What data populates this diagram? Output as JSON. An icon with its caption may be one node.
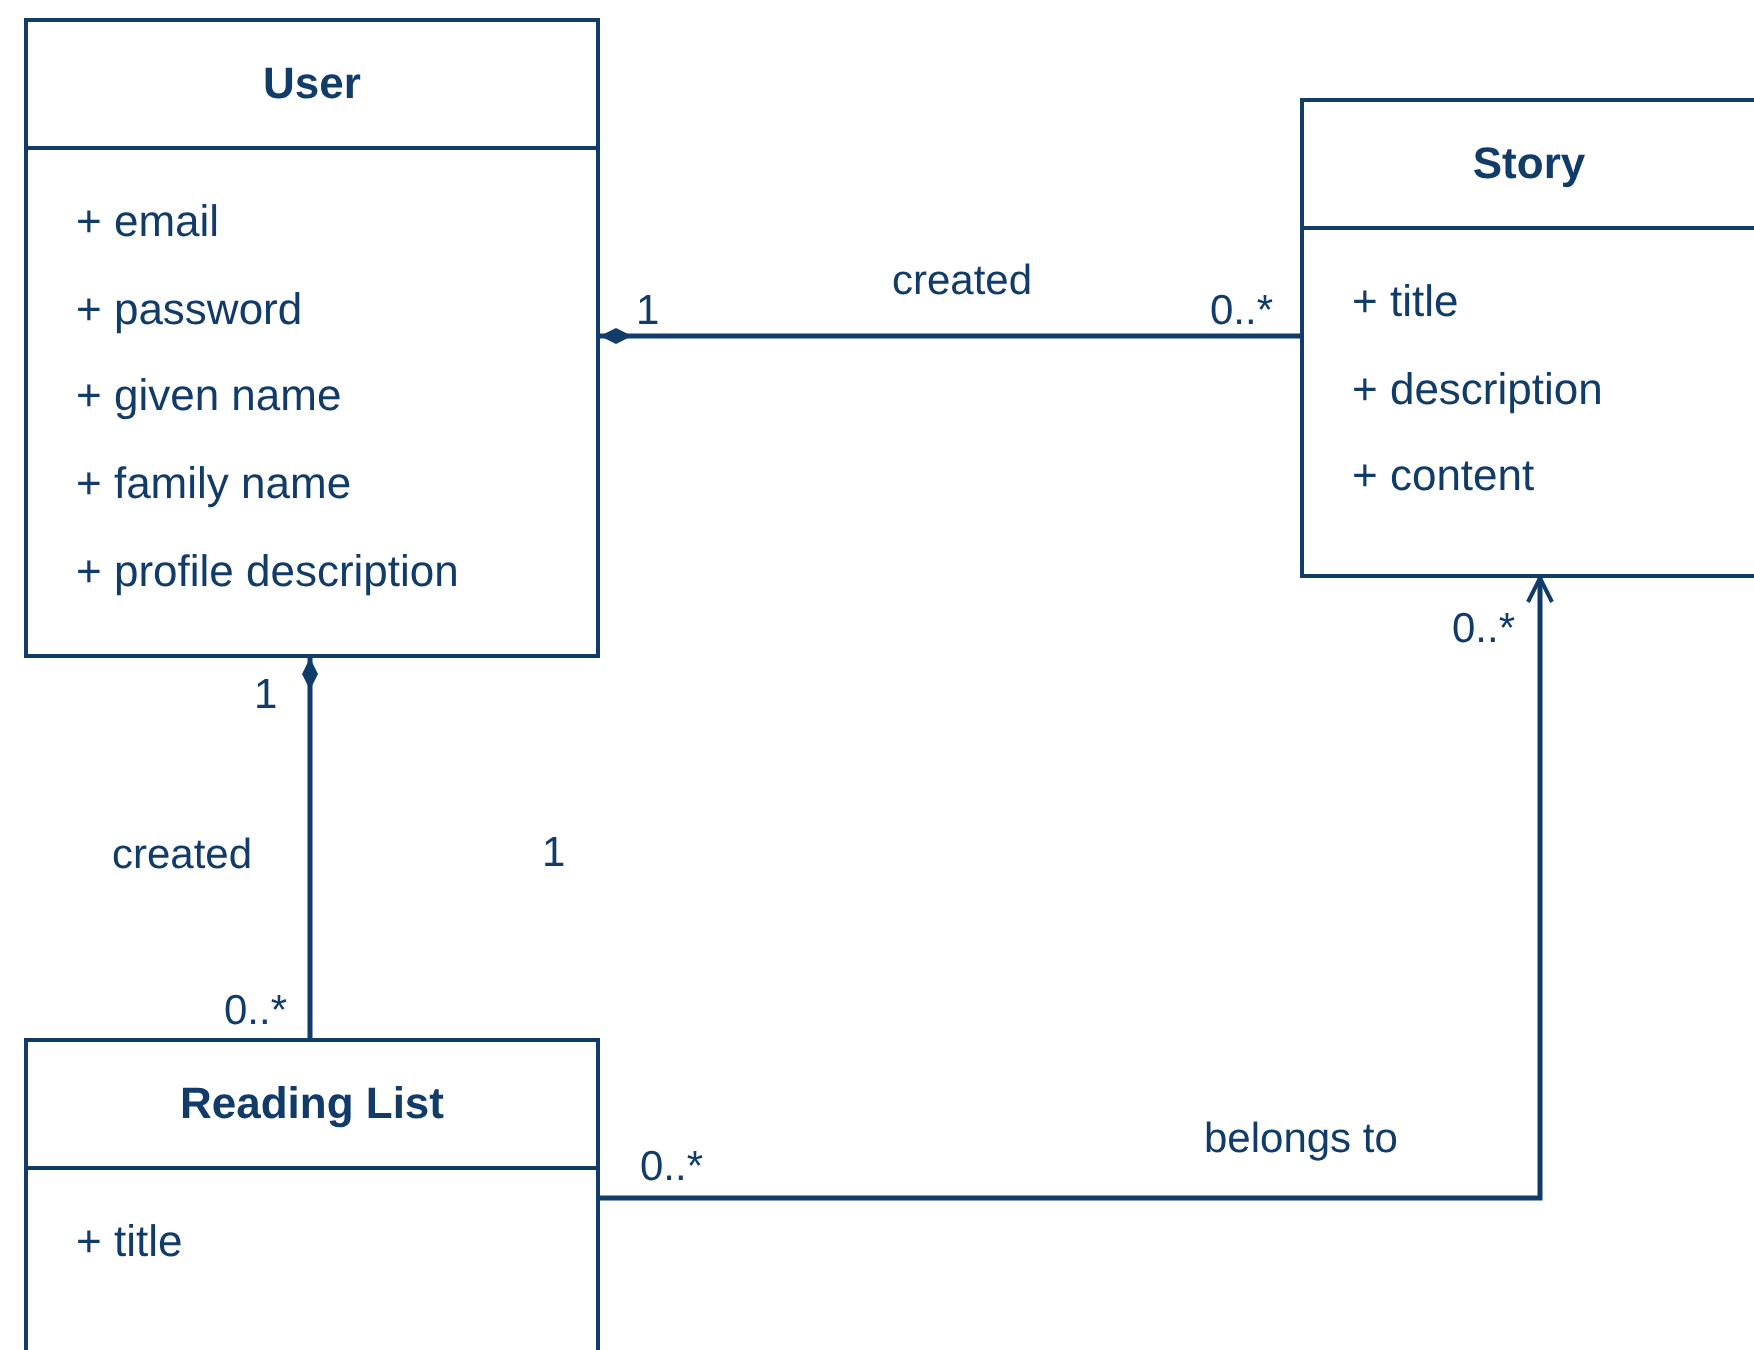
{
  "diagram": {
    "nodes": [
      {
        "text": [
          "User",
          "+ email",
          "+ password",
          "+ given name",
          "+ family name",
          "+ profile description"
        ]
      },
      {
        "text": [
          "Story",
          "+ title",
          "+ description",
          "+ content"
        ]
      },
      {
        "text": [
          "Reading List",
          "+ title"
        ]
      }
    ],
    "edges": [
      {
        "from": 0,
        "to": 1,
        "arrow": "other",
        "label": "created"
      },
      {
        "from": 0,
        "to": 2,
        "arrow": "other",
        "label": "created"
      },
      {
        "from": 2,
        "to": 1,
        "arrow": "to",
        "label": "belongs to"
      }
    ],
    "labels": [
      "1",
      "0..*",
      "0..*",
      "1",
      "1",
      "0..*",
      "0..*"
    ]
  }
}
